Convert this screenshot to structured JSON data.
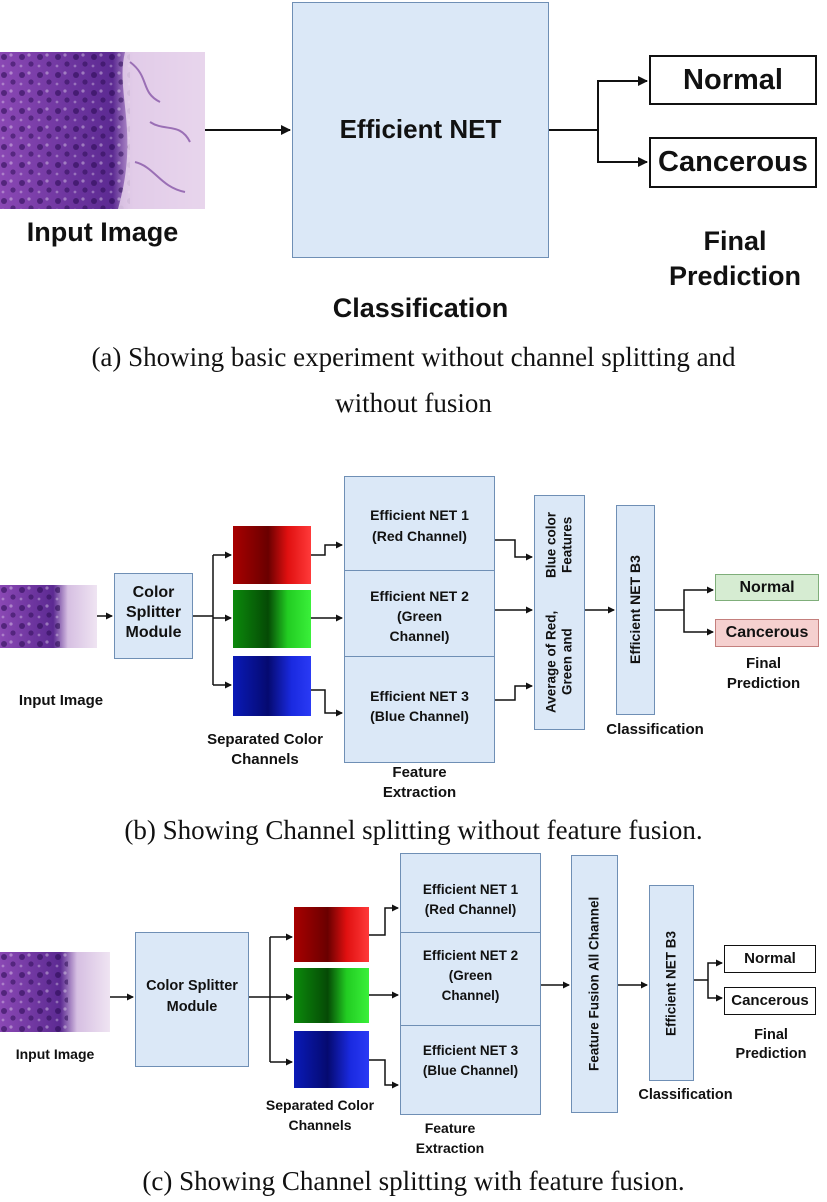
{
  "colors": {
    "box_fill": "#dbe8f7",
    "box_border": "#6f8fb5",
    "normal_fill": "#d6ecd2",
    "cancerous_fill": "#f5d0cf",
    "tissue_purple": "#7a3fa6"
  },
  "panel_a": {
    "input_label": "Input Image",
    "model_label": "Efficient NET",
    "stage_label": "Classification",
    "out_normal": "Normal",
    "out_cancerous": "Cancerous",
    "final_line1": "Final",
    "final_line2": "Prediction",
    "caption_line1": "(a) Showing basic experiment without channel splitting and",
    "caption_line2": "without fusion"
  },
  "panel_b": {
    "input_label": "Input Image",
    "splitter_line1": "Color",
    "splitter_line2": "Splitter",
    "splitter_line3": "Module",
    "channels_line1": "Separated Color",
    "channels_line2": "Channels",
    "net1_line1": "Efficient NET 1",
    "net1_line2": "(Red Channel)",
    "net2_line1": "Efficient NET 2",
    "net2_line2": "(Green",
    "net2_line3": "Channel)",
    "net3_line1": "Efficient NET 3",
    "net3_line2": "(Blue Channel)",
    "extraction_line1": "Feature",
    "extraction_line2": "Extraction",
    "avg_line1": "Average of Red, Green and",
    "avg_line2": "Blue color Features",
    "classifier": "Efficient NET B3",
    "stage_label": "Classification",
    "out_normal": "Normal",
    "out_cancerous": "Cancerous",
    "final_line1": "Final",
    "final_line2": "Prediction",
    "caption": "(b) Showing Channel splitting without feature fusion."
  },
  "panel_c": {
    "input_label": "Input Image",
    "splitter_line1": "Color Splitter",
    "splitter_line2": "Module",
    "channels_line1": "Separated Color",
    "channels_line2": "Channels",
    "net1_line1": "Efficient NET 1",
    "net1_line2": "(Red Channel)",
    "net2_line1": "Efficient NET 2",
    "net2_line2": "(Green",
    "net2_line3": "Channel)",
    "net3_line1": "Efficient NET 3",
    "net3_line2": "(Blue Channel)",
    "extraction_line1": "Feature",
    "extraction_line2": "Extraction",
    "fusion_label": "Feature Fusion All Channel",
    "classifier": "Efficient NET B3",
    "stage_label": "Classification",
    "out_normal": "Normal",
    "out_cancerous": "Cancerous",
    "final_line1": "Final",
    "final_line2": "Prediction",
    "caption": "(c) Showing Channel splitting with feature fusion."
  }
}
